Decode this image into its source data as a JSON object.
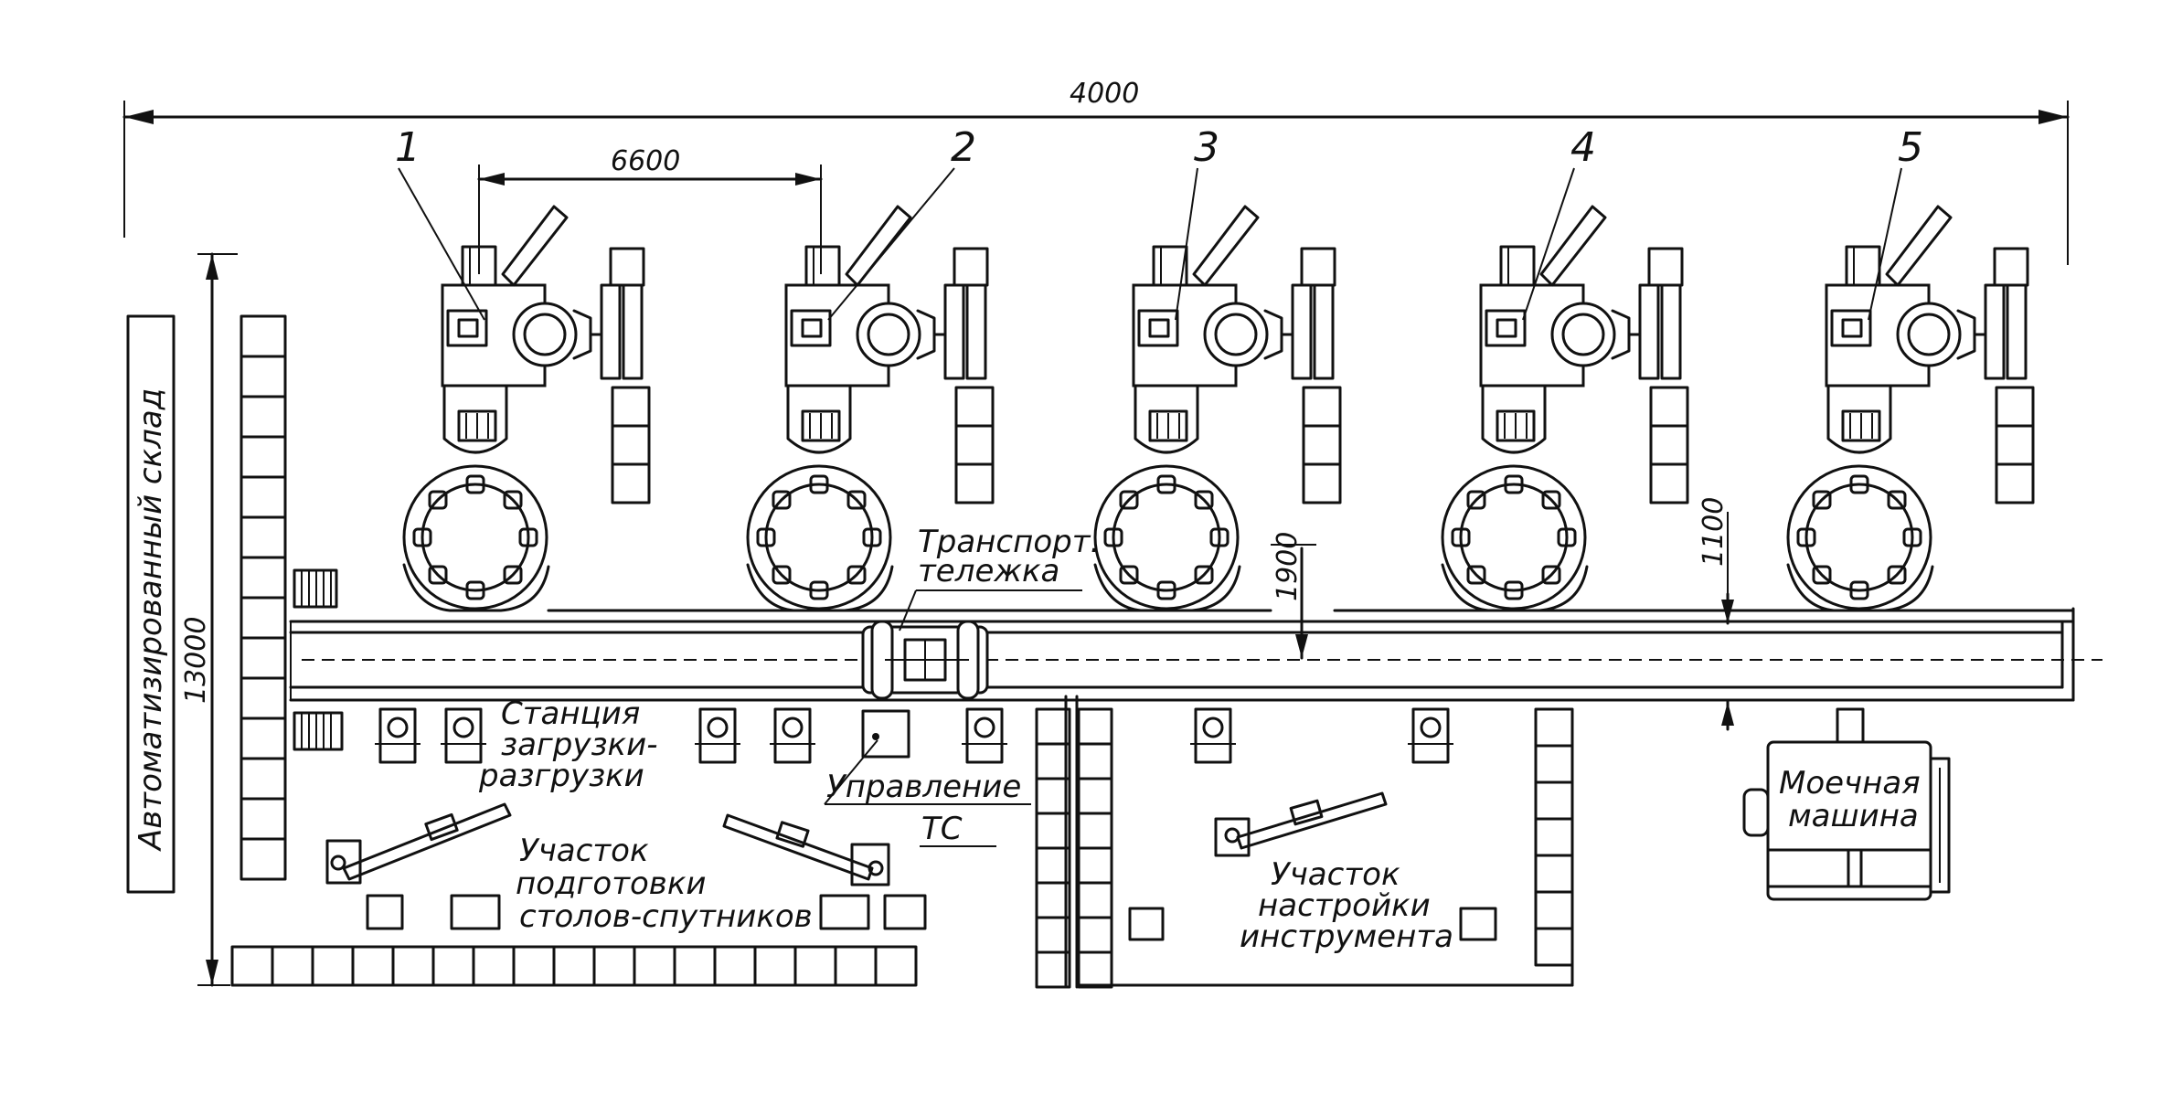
{
  "dimensions": {
    "overall_length": "4000",
    "machine_spacing": "6600",
    "overall_width": "13000",
    "machine_to_rail": "1900",
    "rail_to_washer": "1100"
  },
  "machines": [
    {
      "number": "1"
    },
    {
      "number": "2"
    },
    {
      "number": "3"
    },
    {
      "number": "4"
    },
    {
      "number": "5"
    }
  ],
  "labels": {
    "warehouse": "Автоматизированный склад",
    "transport_line1": "Транспорт.",
    "transport_line2": "тележка",
    "station_line1": "Станция",
    "station_line2": "загрузки-",
    "station_line3": "разгрузки",
    "control_line1": "Управление",
    "control_line2": "ТС",
    "pallet_area_line1": "Участок",
    "pallet_area_line2": "подготовки",
    "pallet_area_line3": "столов-спутников",
    "tool_area_line1": "Участок",
    "tool_area_line2": "настройки",
    "tool_area_line3": "инструмента",
    "washer_line1": "Моечная",
    "washer_line2": "машина"
  }
}
